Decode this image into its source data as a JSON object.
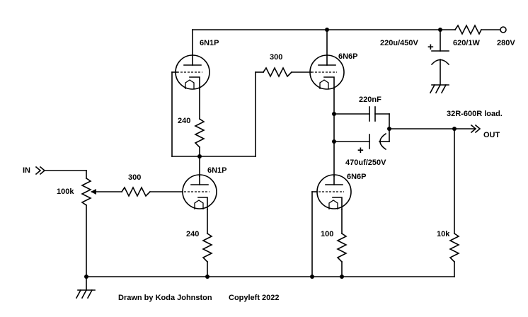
{
  "labels": {
    "tube_v1": "6N1P",
    "tube_v2": "6N6P",
    "tube_v3": "6N1P",
    "tube_v4": "6N6P",
    "r_grid_top": "300",
    "r_cathode_v1": "240",
    "r_grid_v3": "300",
    "pot": "100k",
    "r_cathode_v3": "240",
    "r_cathode_v4": "100",
    "r_out": "10k",
    "cap_film": "220nF",
    "cap_elec": "470uf/250V",
    "cap_supply": "220u/450V",
    "r_supply": "620/1W",
    "supply_voltage": "280V",
    "load_note": "32R-600R load.",
    "output": "OUT",
    "input": "IN",
    "plus_elec": "+",
    "plus_supply": "+",
    "credit_author": "Drawn by Koda Johnston",
    "credit_license": "Copyleft 2022"
  }
}
